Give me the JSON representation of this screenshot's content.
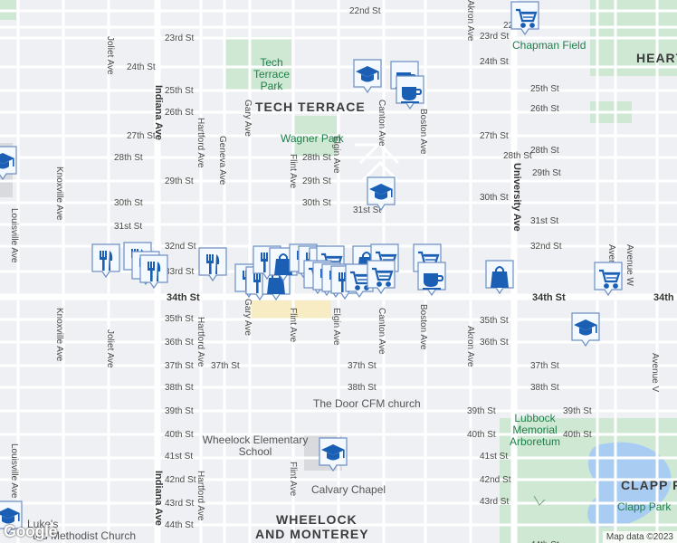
{
  "map": {
    "neighborhoods": [
      "TECH TERRACE",
      "HEART LUBBO",
      "WHEELOCK",
      "AND MONTEREY",
      "CLAPP P"
    ],
    "parks": [
      "Tech Terrace Park",
      "Wagner Park",
      "Chapman Field",
      "Lubbock Memorial Arboretum",
      "Clapp Park"
    ],
    "places": [
      "The Door CFM church",
      "Wheelock Elementary School",
      "Calvary Chapel",
      "Luke's",
      "ted Methodist Church"
    ],
    "streets_h": [
      "22nd St",
      "22nd Pl",
      "23rd St",
      "24th St",
      "25th St",
      "26th St",
      "27th St",
      "28th St",
      "29th St",
      "30th St",
      "31st St",
      "32nd St",
      "33rd St",
      "34th St",
      "35th St",
      "36th St",
      "37th St",
      "38th St",
      "39th St",
      "40th St",
      "41st St",
      "42nd St",
      "43rd St",
      "44th St"
    ],
    "streets_v": [
      "Indiana Ave",
      "Joliet Ave",
      "Knoxville Ave",
      "Louisville Ave",
      "Hartford Ave",
      "Geneva Ave",
      "Gary Ave",
      "Flint Ave",
      "Elgin Ave",
      "Canton Ave",
      "Boston Ave",
      "Akron Ave",
      "University Ave",
      "Avenue X",
      "Avenue W",
      "Avenue V"
    ],
    "attribution": "Map data ©2023",
    "logo": "Google"
  }
}
